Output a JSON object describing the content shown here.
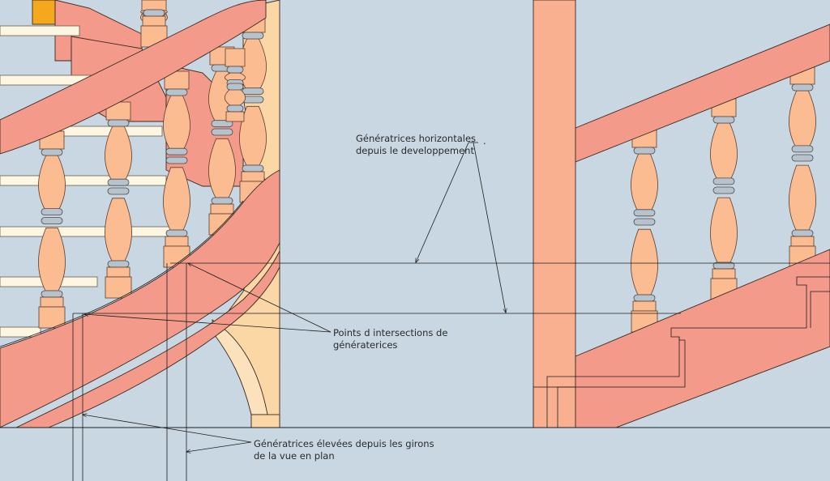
{
  "annotations": {
    "horizontal_generatrices": {
      "line1": "Génératrices horizontales",
      "line2": "depuis le developpement"
    },
    "intersection_points": {
      "line1": "Points d intersections de",
      "line2": "génératerices"
    },
    "raised_generatrices": {
      "line1": "Génératrices élevées depuis les girons",
      "line2": "de la vue en plan"
    }
  },
  "colors": {
    "background": "#c8d7e1",
    "handrail": "#f39a8b",
    "baluster": "#fbbc92",
    "baluster_ring": "#b7c3cc",
    "post": "#f9b090",
    "step_nosing": "#fdf6e3",
    "stringer_light": "#fcd7a6",
    "accent_orange": "#f4a81d"
  }
}
